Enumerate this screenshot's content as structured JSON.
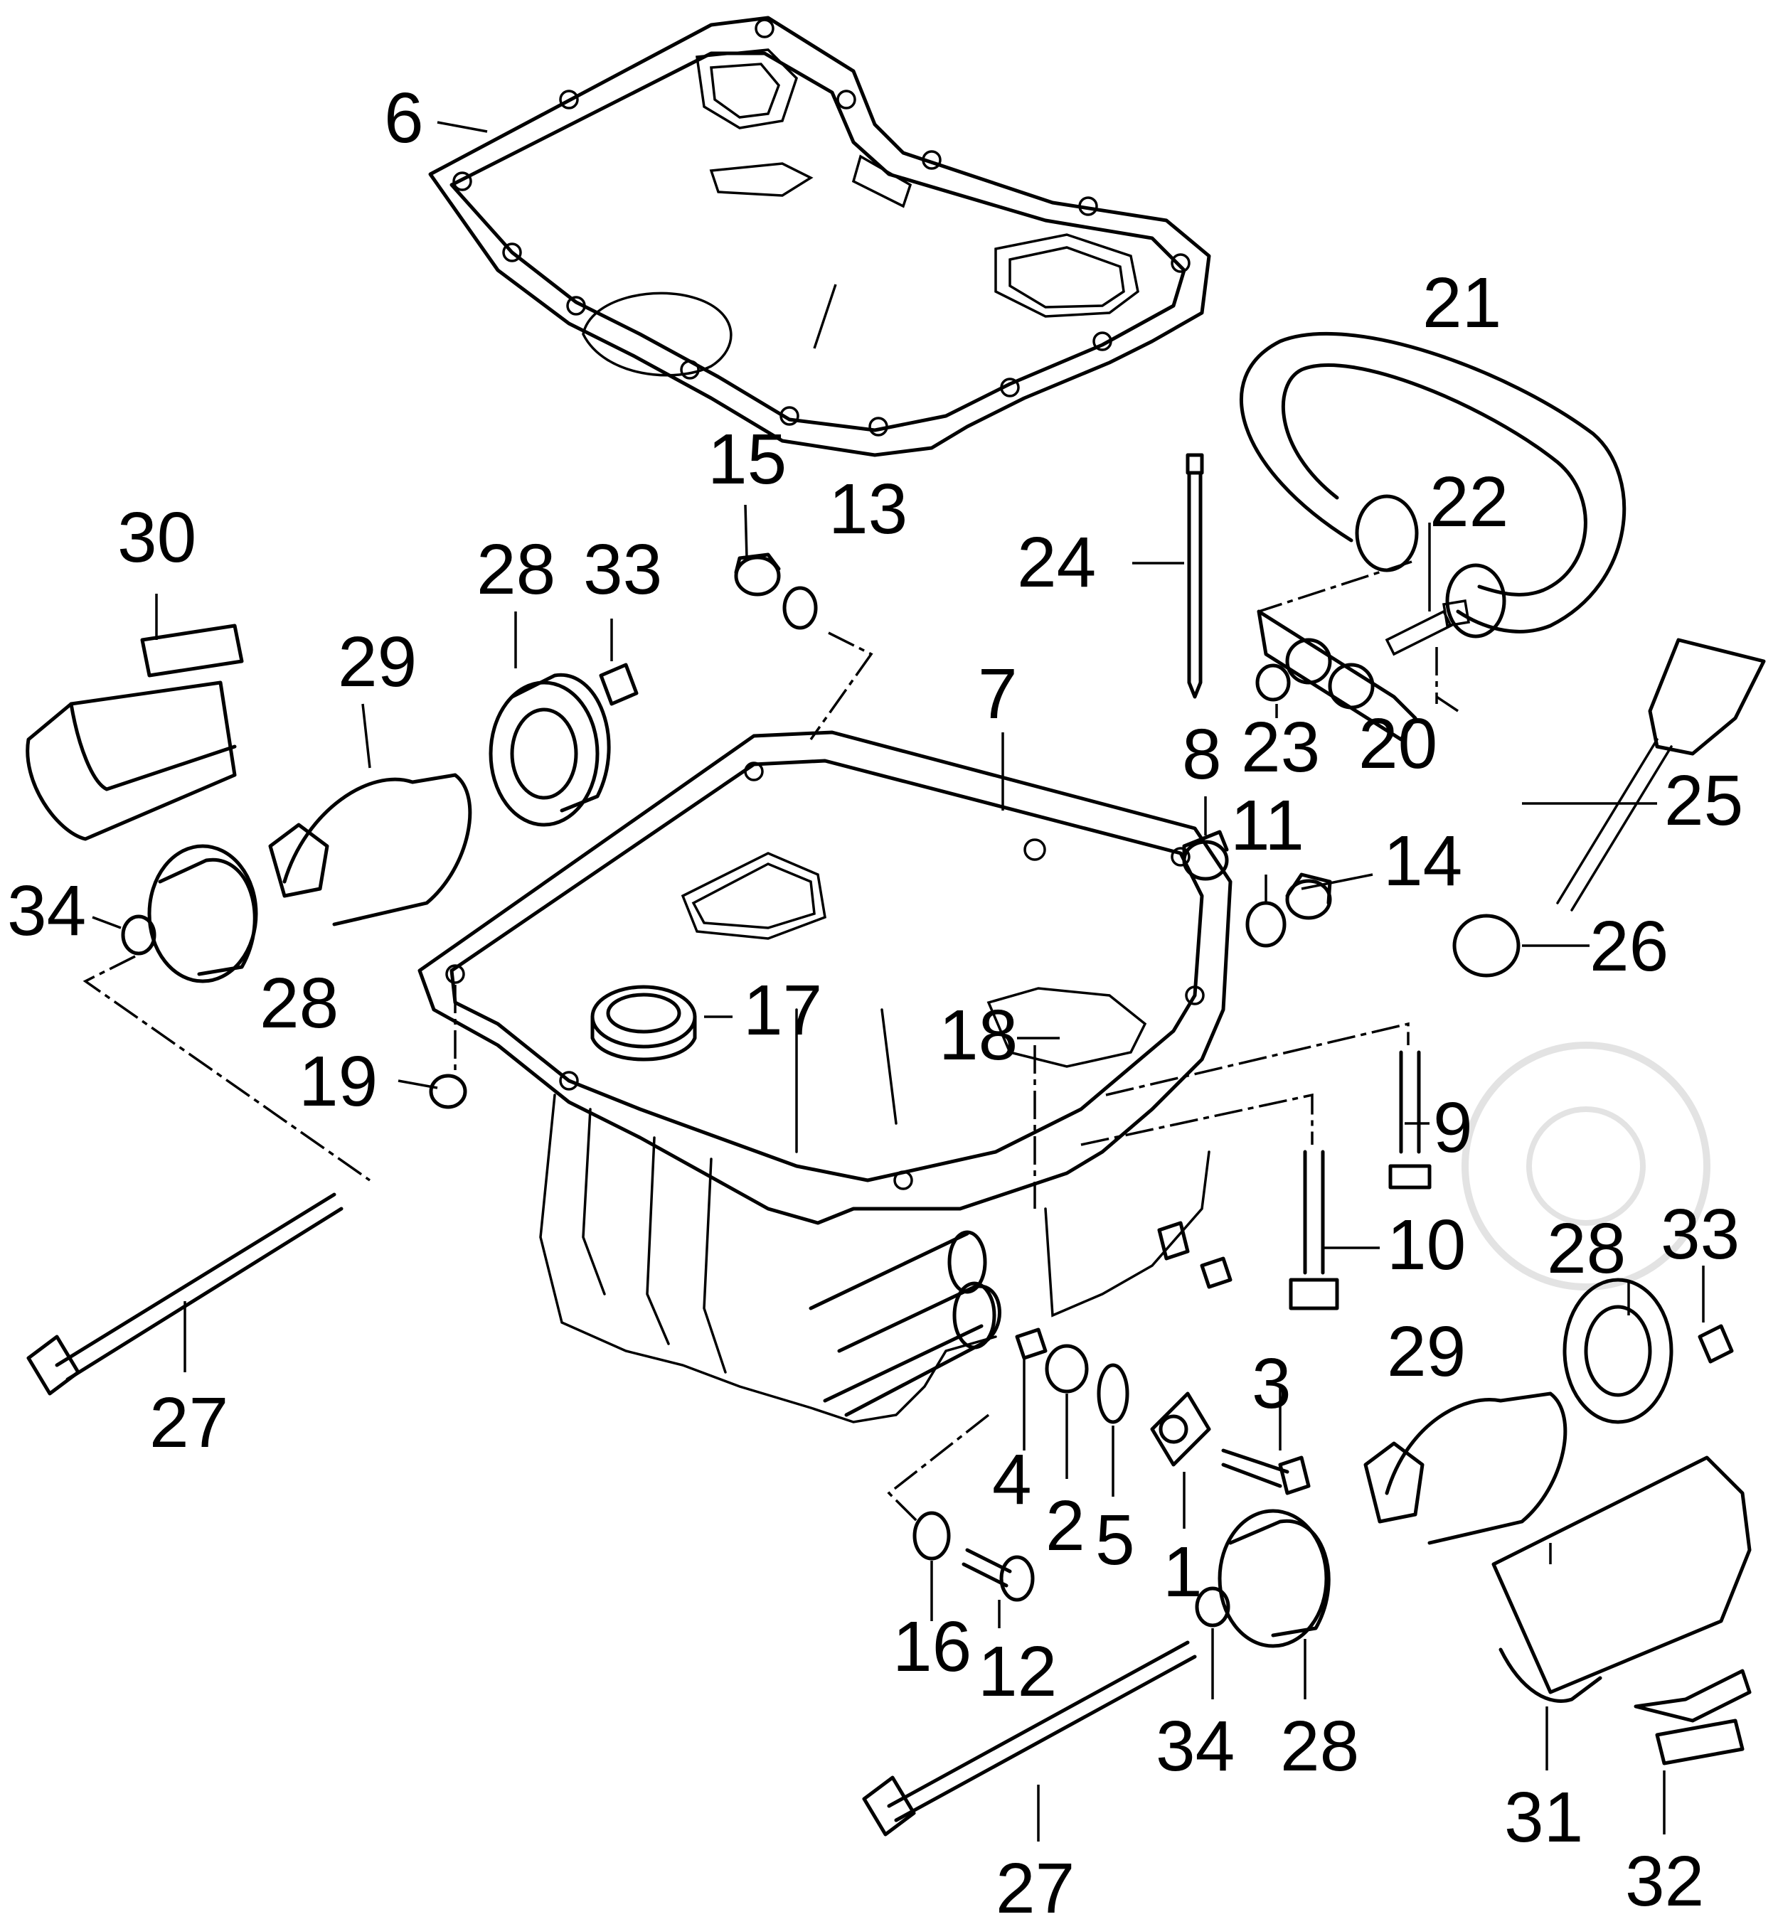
{
  "watermark": "",
  "callouts": {
    "c1": "1",
    "c2": "2",
    "c3": "3",
    "c4": "4",
    "c5": "5",
    "c6": "6",
    "c7": "7",
    "c8": "8",
    "c9": "9",
    "c10": "10",
    "c11": "11",
    "c12": "12",
    "c13": "13",
    "c14": "14",
    "c15": "15",
    "c16": "16",
    "c17": "17",
    "c18": "18",
    "c19": "19",
    "c20": "20",
    "c21": "21",
    "c22": "22",
    "c23": "23",
    "c24": "24",
    "c25": "25",
    "c26": "26",
    "c27a": "27",
    "c27b": "27",
    "c28a": "28",
    "c28b": "28",
    "c28c": "28",
    "c28d": "28",
    "c29a": "29",
    "c29b": "29",
    "c30": "30",
    "c31": "31",
    "c32": "32",
    "c33a": "33",
    "c33b": "33",
    "c34a": "34",
    "c34b": "34"
  }
}
